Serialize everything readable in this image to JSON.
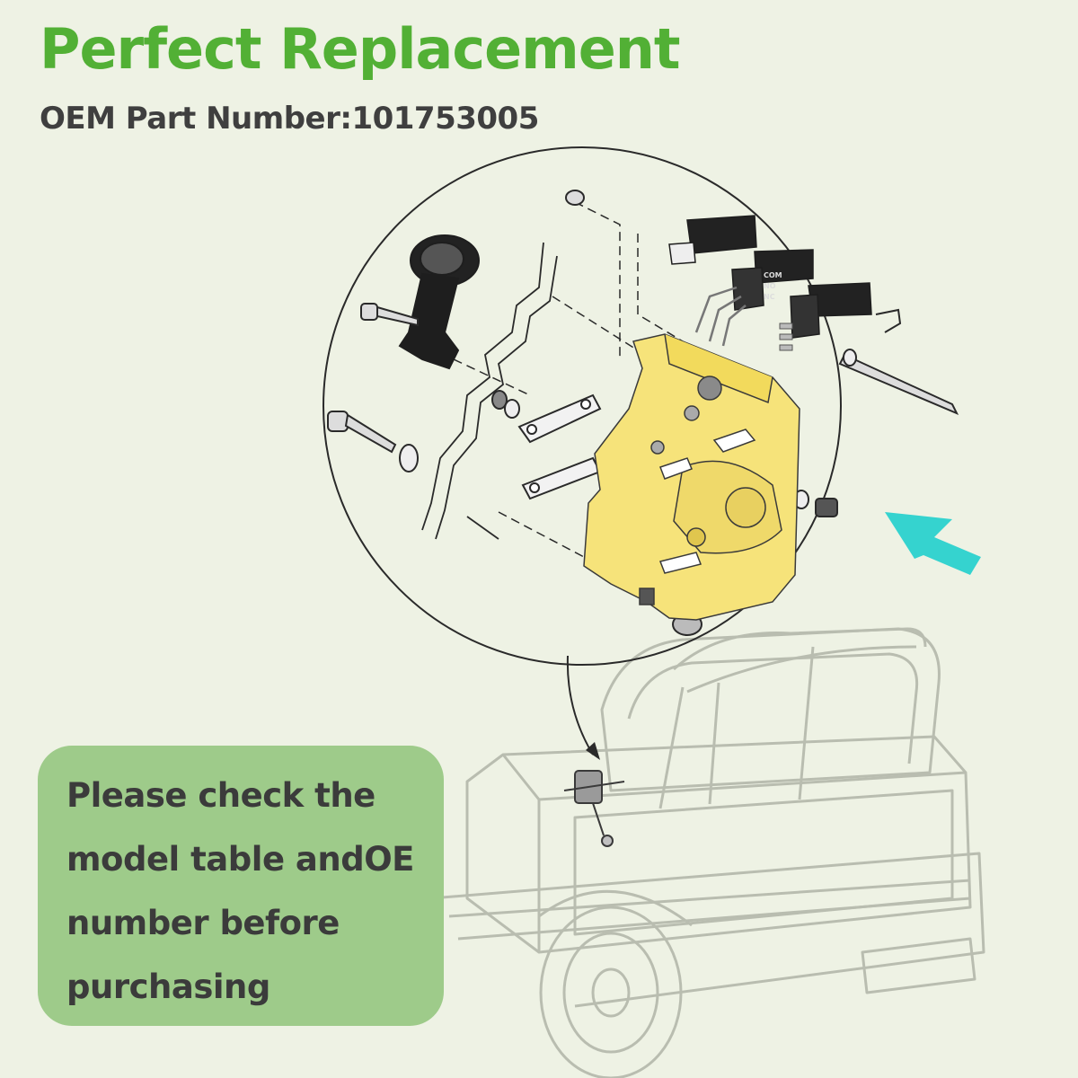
{
  "headline": "Perfect Replacement",
  "subline": "OEM Part Number:101753005",
  "note": {
    "lines": [
      "Please check the",
      "model table andOE",
      "number before",
      "purchasing"
    ]
  },
  "switch_labels": {
    "com": "COM",
    "no": "NO",
    "nc": "NC"
  },
  "colors": {
    "background": "#eef2e4",
    "headline": "#52b035",
    "subline": "#3f3f3f",
    "note_box": "#9ecb8a",
    "note_text": "#3b3b3b",
    "part_highlight": "#f6e37a",
    "arrow": "#35d3cf",
    "line_art": "#2a2a2a"
  },
  "icons": {
    "pointer_arrow": "arrow-icon",
    "part": "forward-reverse-switch-assembly"
  }
}
